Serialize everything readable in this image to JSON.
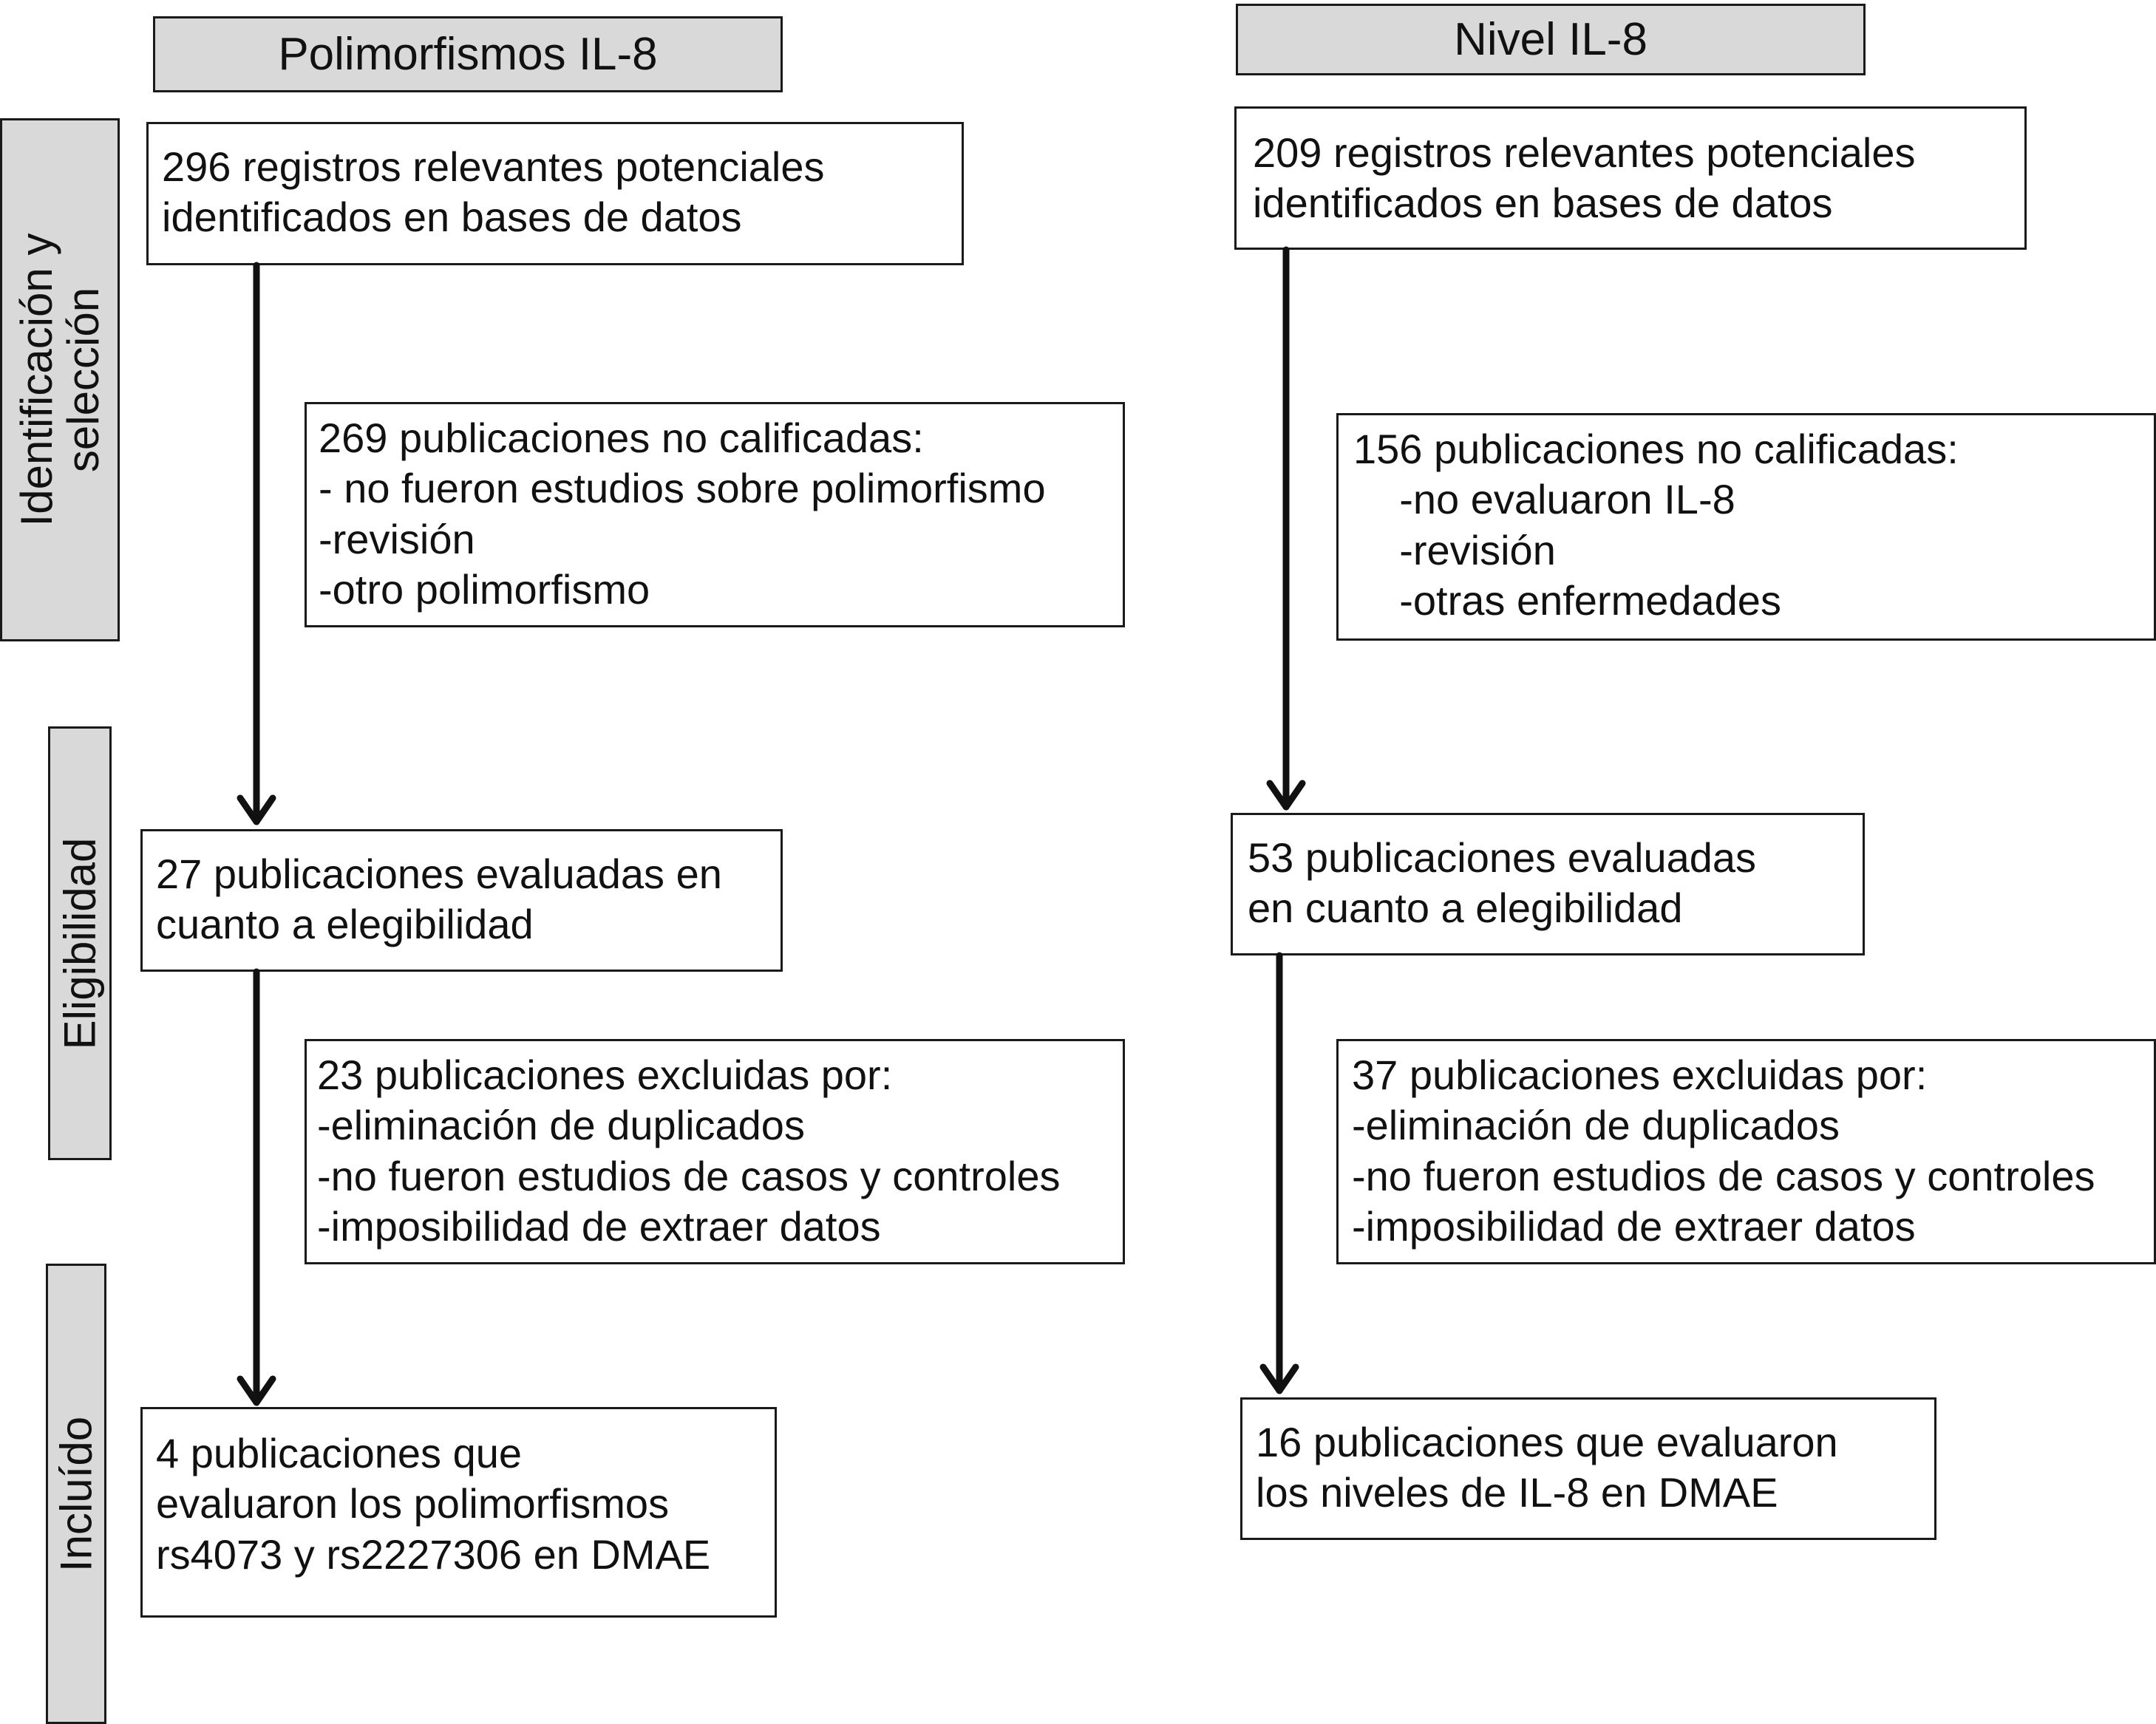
{
  "headers": {
    "left": "Polimorfismos IL-8",
    "right": "Nivel IL-8"
  },
  "stages": {
    "identification": [
      "Identificación y",
      "selección"
    ],
    "eligibility": "Eligibilidad",
    "included": "Incluído"
  },
  "left": {
    "records": [
      "296 registros relevantes potenciales",
      "identificados en bases de datos"
    ],
    "not_qualified": [
      "269 publicaciones no calificadas:",
      "- no fueron estudios sobre polimorfismo",
      "-revisión",
      "-otro polimorfismo"
    ],
    "assessed": [
      "27 publicaciones evaluadas en",
      "cuanto a elegibilidad"
    ],
    "excluded": [
      "23 publicaciones excluidas por:",
      "-eliminación de duplicados",
      "-no fueron estudios de casos y controles",
      "-imposibilidad de extraer datos"
    ],
    "included": [
      "4 publicaciones que",
      "evaluaron los polimorfismos",
      "rs4073 y rs2227306 en DMAE"
    ]
  },
  "right": {
    "records": [
      "209 registros relevantes potenciales",
      "identificados en bases de datos"
    ],
    "not_qualified": [
      "156 publicaciones no calificadas:",
      "    -no evaluaron IL-8",
      "    -revisión",
      "    -otras enfermedades"
    ],
    "assessed": [
      "53 publicaciones evaluadas",
      "en cuanto a elegibilidad"
    ],
    "excluded": [
      "37 publicaciones excluidas por:",
      "-eliminación de duplicados",
      "-no fueron estudios de casos y controles",
      "-imposibilidad de extraer datos"
    ],
    "included": [
      "16 publicaciones que evaluaron",
      "los niveles de IL-8 en DMAE"
    ]
  },
  "colors": {
    "header_fill": "#d9d9d9",
    "border": "#1a1a1a",
    "arrow": "#111111"
  }
}
